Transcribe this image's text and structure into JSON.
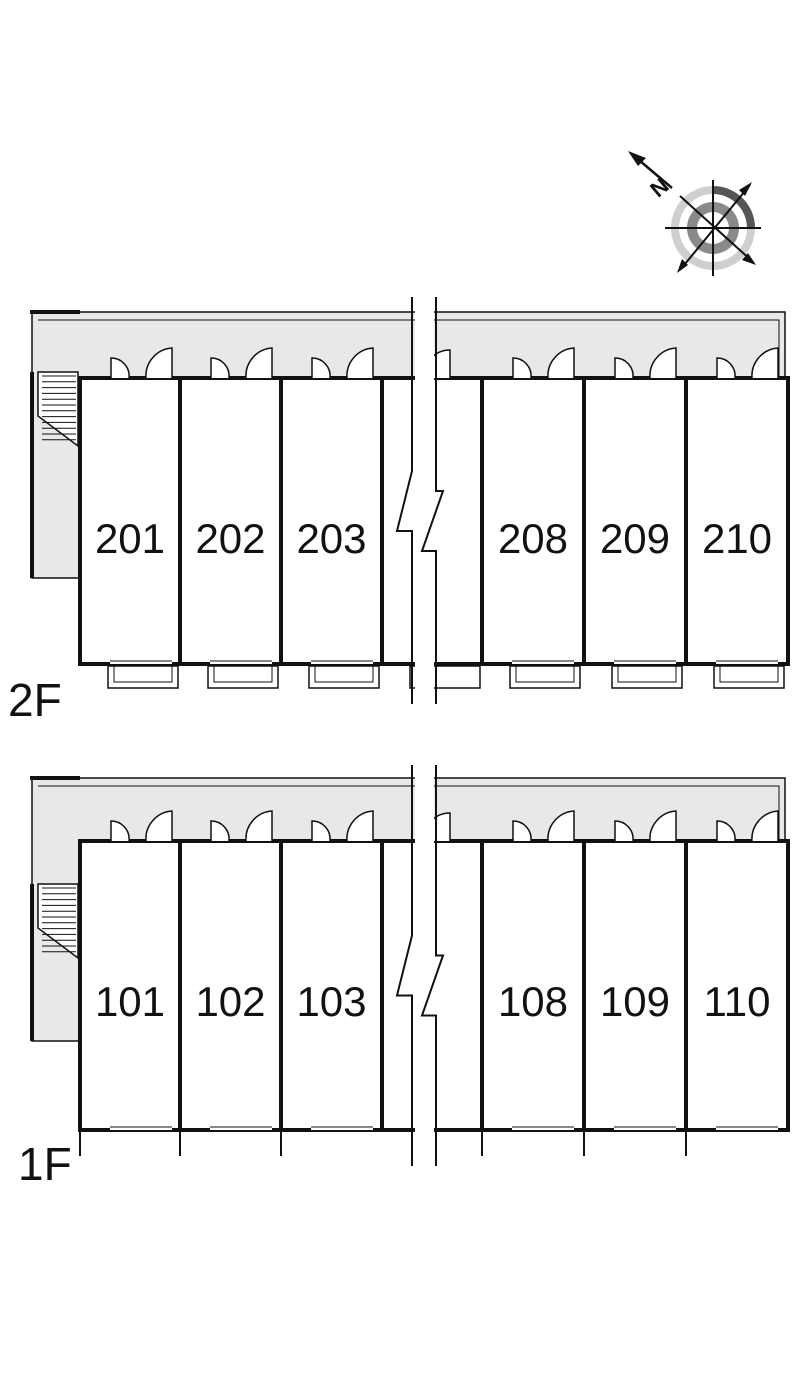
{
  "compass": {
    "letter": "N",
    "icon": "north-arrow-icon"
  },
  "floors": [
    {
      "id": "2f",
      "label": "2F",
      "units": [
        "201",
        "202",
        "203",
        "208",
        "209",
        "210"
      ]
    },
    {
      "id": "1f",
      "label": "1F",
      "units": [
        "101",
        "102",
        "103",
        "108",
        "109",
        "110"
      ]
    }
  ],
  "colors": {
    "corridor": "#e8e8e8",
    "line": "#111111"
  }
}
